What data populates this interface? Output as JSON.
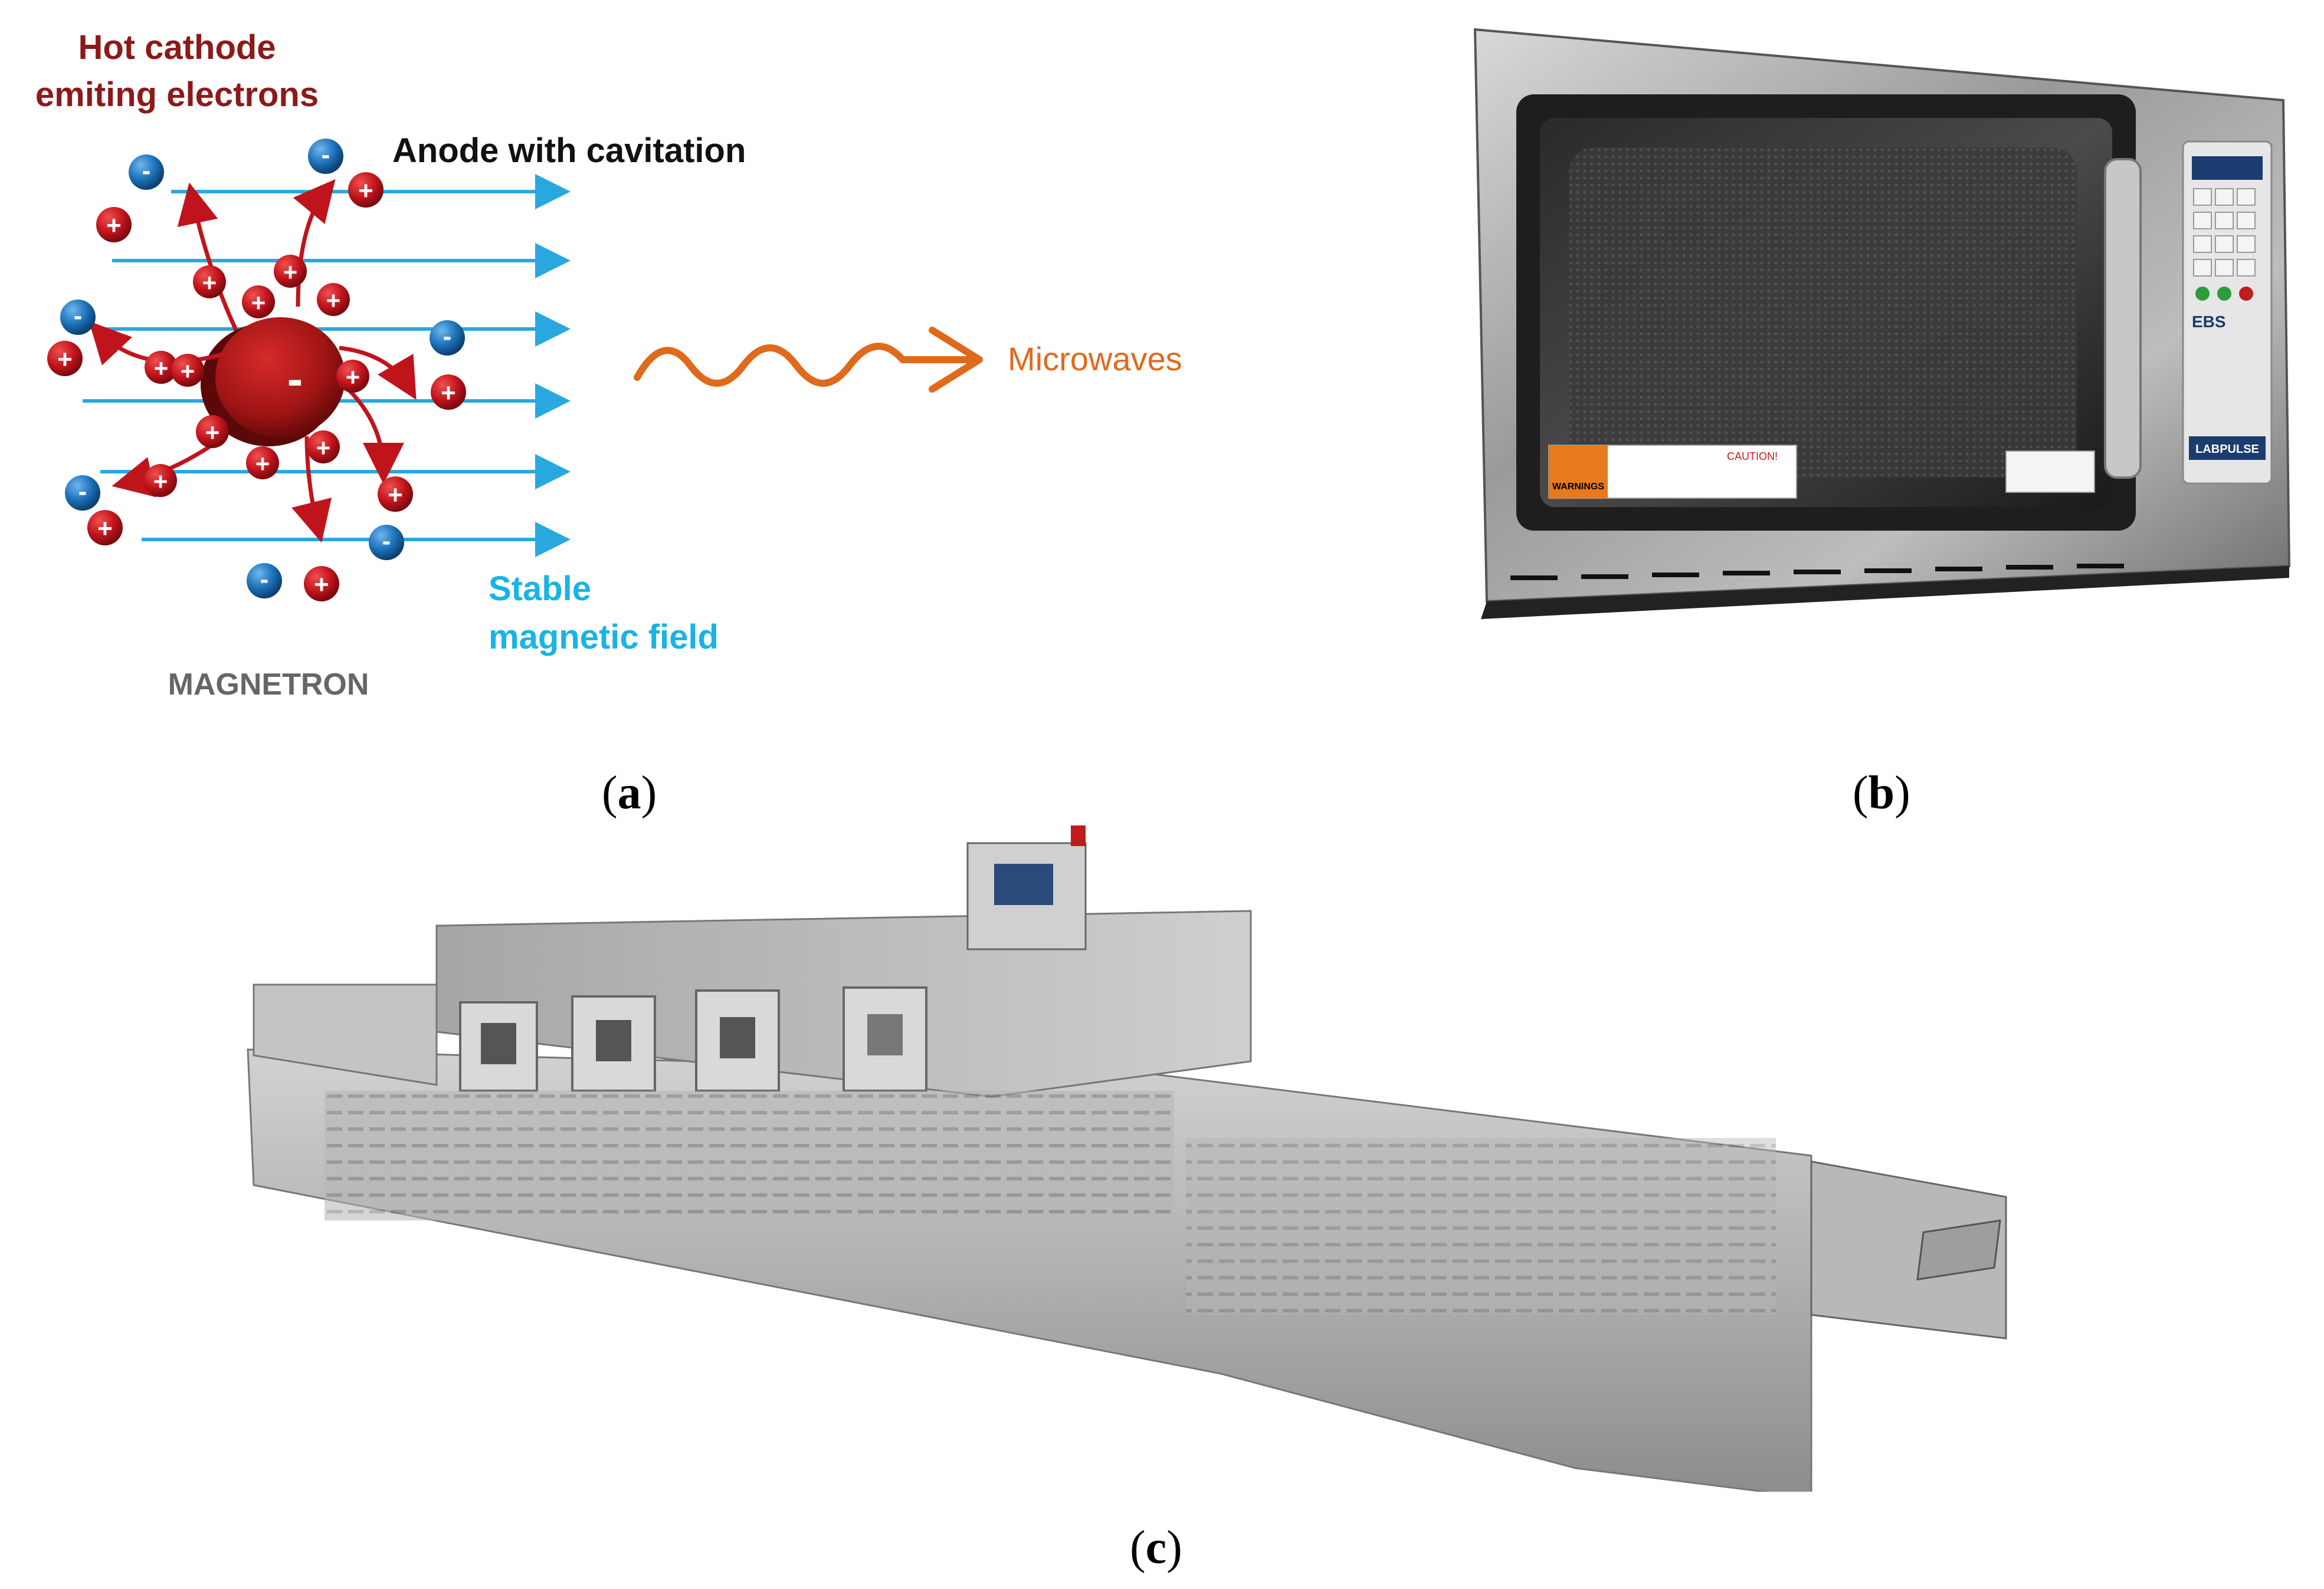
{
  "panel_a": {
    "cathode_label_line1": "Hot cathode",
    "cathode_label_line2": "emiting electrons",
    "anode_label": "Anode with cavitation",
    "microwave_label": "Microwaves",
    "field_label_line1": "Stable",
    "field_label_line2": "magnetic field",
    "device_label": "MAGNETRON",
    "plus_sign": "+",
    "minus_sign": "-",
    "colors": {
      "cathode_label": "#8b1a1a",
      "field_label": "#19b3e6",
      "microwave": "#e06a1b",
      "device_label": "#666666",
      "field_lines": "#29a8e0",
      "positive_particle": "#c0141c",
      "negative_particle": "#1a6fb5"
    }
  },
  "panel_b": {
    "warning_label": "WARNINGS",
    "caution_label": "CAUTION!",
    "brand_label": "EBS",
    "panel_brand": "LABPULSE"
  },
  "captions": {
    "a_open": "(",
    "a_letter": "a",
    "a_close": ")",
    "b_open": "(",
    "b_letter": "b",
    "b_close": ")",
    "c_open": "(",
    "c_letter": "c",
    "c_close": ")"
  }
}
